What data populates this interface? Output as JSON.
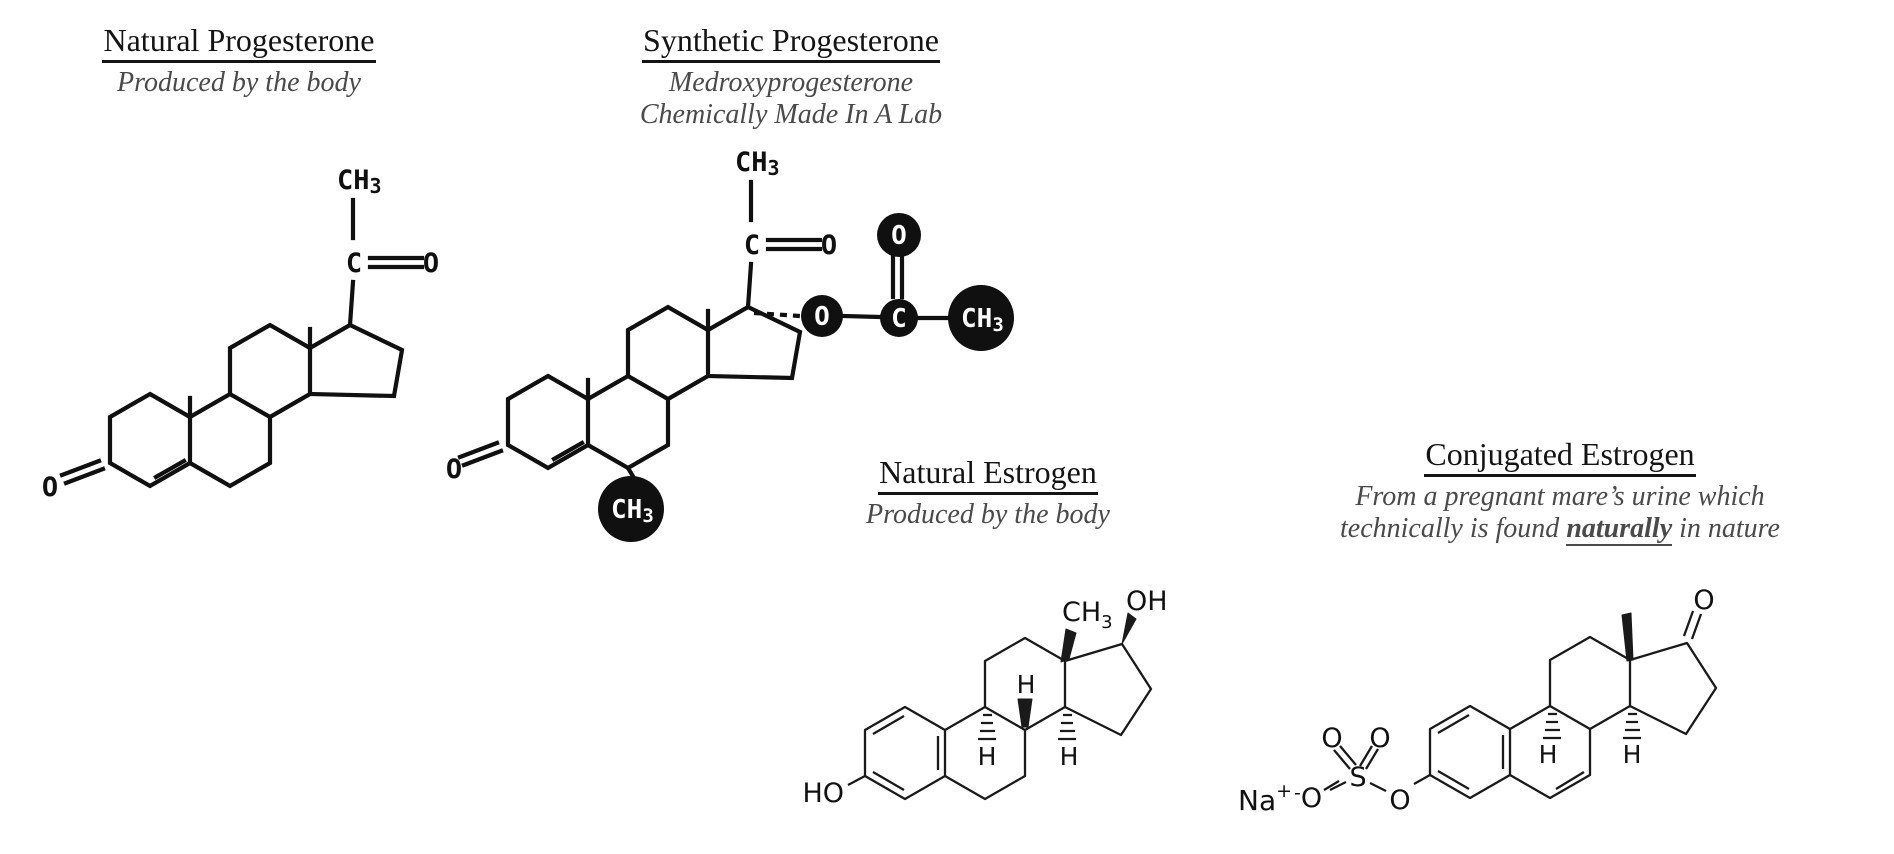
{
  "sections": {
    "natural_progesterone": {
      "title": "Natural Progesterone",
      "subtitle": "Produced by the body"
    },
    "synthetic_progesterone": {
      "title": "Synthetic Progesterone",
      "subtitle_line1": "Medroxyprogesterone",
      "subtitle_line2": "Chemically Made In A Lab"
    },
    "natural_estrogen": {
      "title": "Natural Estrogen",
      "subtitle": "Produced by the body"
    },
    "conjugated_estrogen": {
      "title": "Conjugated Estrogen",
      "subtitle_line1": "From a pregnant mare’s urine which",
      "subtitle_line2_pre": "technically is found ",
      "subtitle_line2_emph": "naturally",
      "subtitle_line2_post": " in nature"
    }
  },
  "atoms": {
    "c": "C",
    "o": "O",
    "ch": "CH",
    "sub3": "3",
    "h": "H",
    "oh": "OH",
    "ho": "HO",
    "s": "S",
    "na": "Na",
    "plus": "+",
    "minus": "-"
  },
  "colors": {
    "ink": "#101010",
    "subtitle_gray": "#4a4a4a",
    "highlight_fill": "#101010",
    "background": "#ffffff"
  }
}
